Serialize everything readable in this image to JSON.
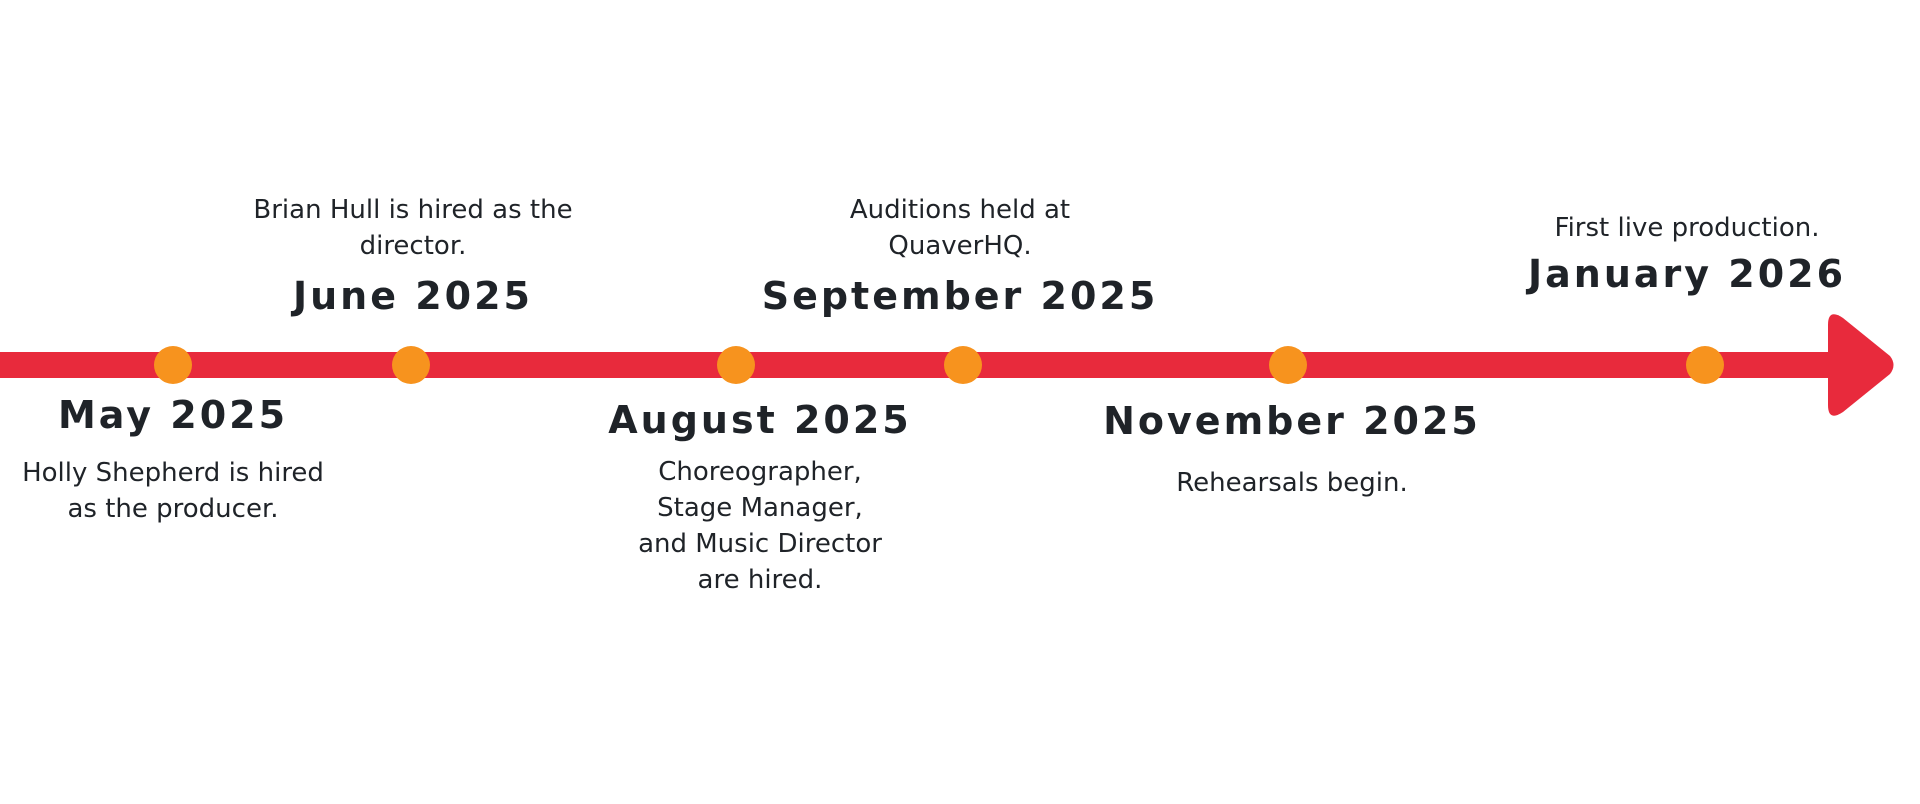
{
  "colors": {
    "axis": "#e82a3c",
    "marker": "#f7931e",
    "text": "#1f2328"
  },
  "events": [
    {
      "date": "May 2025",
      "description": "Holly Shepherd is hired\nas the producer."
    },
    {
      "date": "June 2025",
      "description": "Brian Hull is hired as the\ndirector."
    },
    {
      "date": "August 2025",
      "description": "Choreographer,\nStage Manager,\nand Music Director\nare hired."
    },
    {
      "date": "September 2025",
      "description": "Auditions held at\nQuaverHQ."
    },
    {
      "date": "November 2025",
      "description": "Rehearsals begin."
    },
    {
      "date": "January 2026",
      "description": "First live production."
    }
  ]
}
